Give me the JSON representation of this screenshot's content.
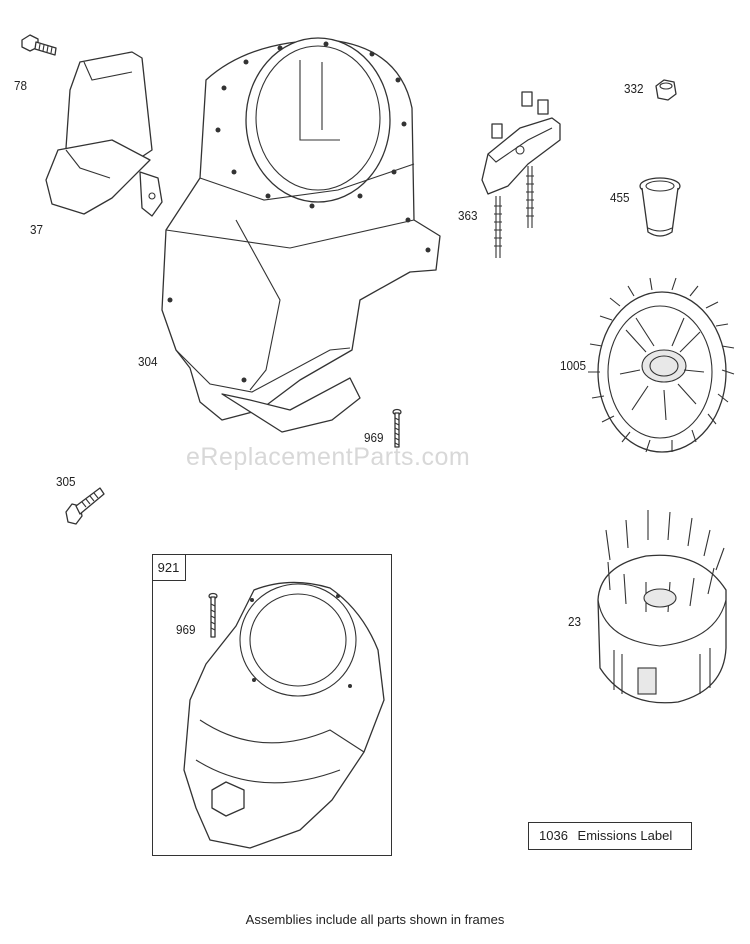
{
  "watermark": "eReplacementParts.com",
  "parts": [
    {
      "id": "78",
      "label": "78"
    },
    {
      "id": "37",
      "label": "37"
    },
    {
      "id": "304",
      "label": "304"
    },
    {
      "id": "969",
      "label": "969"
    },
    {
      "id": "305",
      "label": "305"
    },
    {
      "id": "363",
      "label": "363"
    },
    {
      "id": "332",
      "label": "332"
    },
    {
      "id": "455",
      "label": "455"
    },
    {
      "id": "1005",
      "label": "1005"
    },
    {
      "id": "23",
      "label": "23"
    },
    {
      "id": "969b",
      "label": "969"
    }
  ],
  "assembly": {
    "label": "921"
  },
  "emissions": {
    "number": "1036",
    "text": "Emissions Label"
  },
  "footer": "Assemblies include all parts shown in frames"
}
